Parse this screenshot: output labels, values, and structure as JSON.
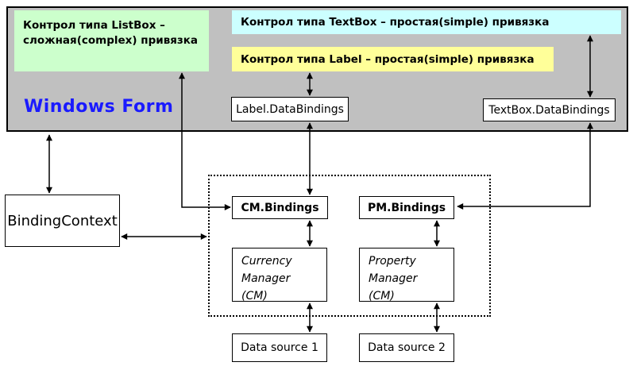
{
  "colors": {
    "form_bg": "#c0c0c0",
    "listbox_control_bg": "#ccffcc",
    "textbox_control_bg": "#ccffff",
    "label_control_bg": "#ffff99",
    "form_title_blue": "#1a1aff",
    "node_bg": "#ffffff",
    "line_color": "#000000"
  },
  "form": {
    "title": "Windows Form",
    "controls": {
      "listbox": "Контрол типа ListBox –\nсложная(complex) привязка",
      "textbox": "Контрол типа TextBox – простая(simple) привязка",
      "label": "Контрол типа Label – простая(simple) привязка"
    },
    "label_databindings": "Label.DataBindings",
    "textbox_databindings": "TextBox.DataBindings"
  },
  "binding_context": "BindingContext",
  "manager_group": {
    "cm_bindings": "CM.Bindings",
    "pm_bindings": "PM.Bindings",
    "currency_manager": "Currency\nManager\n(CM)",
    "property_manager": "Property\nManager\n(CM)"
  },
  "data_sources": [
    "Data source 1",
    "Data source 2"
  ]
}
